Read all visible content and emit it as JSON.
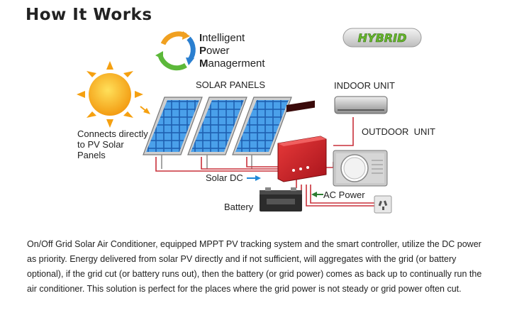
{
  "heading": "How It Works",
  "ipm": {
    "line1_initial": "I",
    "line1_rest": "ntelligent",
    "line2_initial": "P",
    "line2_rest": "ower",
    "line3_initial": "M",
    "line3_rest": "anagerment"
  },
  "badge": "HYBRID",
  "labels": {
    "solar_panels": "SOLAR PANELS",
    "indoor_unit": "INDOOR UNIT",
    "outdoor_unit": "OUTDOOR  UNIT",
    "connects_line1": "Connects directly",
    "connects_line2": "to PV Solar",
    "connects_line3": "Panels",
    "solar_dc": "Solar DC",
    "ac_power": "AC Power",
    "battery": "Battery"
  },
  "description": "On/Off Grid Solar Air Conditioner, equipped MPPT PV tracking system and the smart controller, utilize the DC power as priority. Energy delivered from solar PV directly and if not sufficient, will aggregates with the grid (or battery optional), if the grid cut (or battery runs out), then the battery (or grid power) comes as back up to continually run the air conditioner. This solution is perfect for the places where the grid power is not steady or grid power often cut.",
  "colors": {
    "panel_blue": "#2f7fd0",
    "controller_red": "#d8202a",
    "wire_red": "#c8303a",
    "arrow_blue": "#1e88d8",
    "badge_green": "#7cc23a",
    "sun_orange": "#f5a010"
  }
}
